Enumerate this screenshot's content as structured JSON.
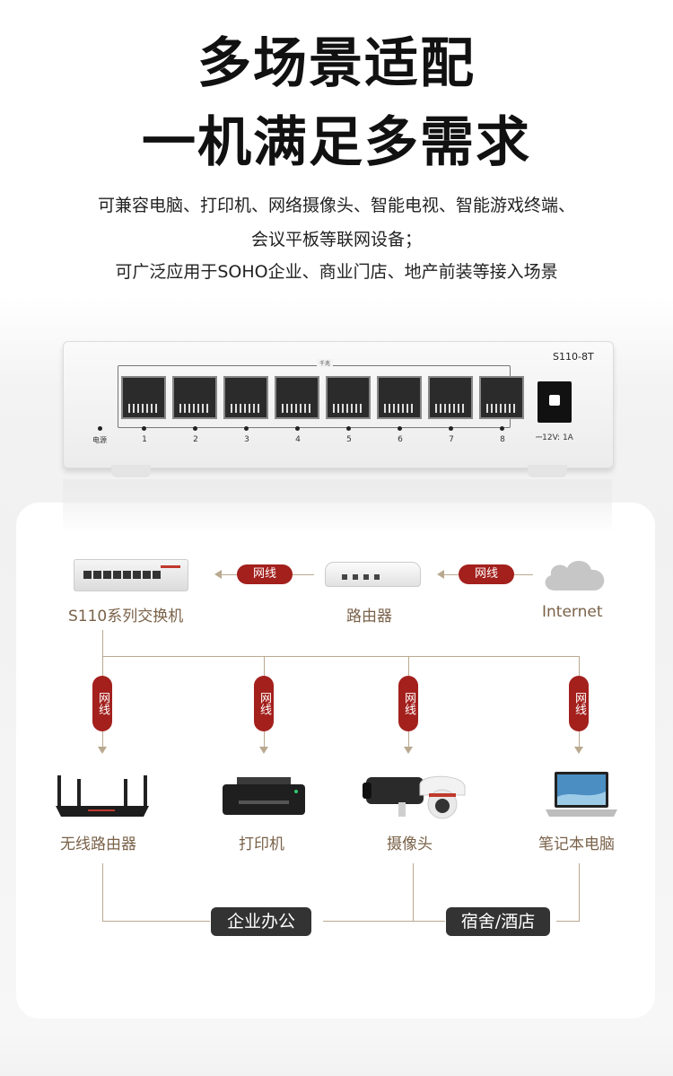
{
  "heading": {
    "line1": "多场景适配",
    "line2": "一机满足多需求"
  },
  "description": {
    "line1": "可兼容电脑、打印机、网络摄像头、智能电视、智能游戏终端、",
    "line2": "会议平板等联网设备；",
    "line3": "可广泛应用于SOHO企业、商业门店、地产前装等接入场景"
  },
  "switch": {
    "model": "S110-8T",
    "gigabit_label": "千兆",
    "power_label": "电源",
    "power_rating": "⎓12V: 1A",
    "ports": [
      "1",
      "2",
      "3",
      "4",
      "5",
      "6",
      "7",
      "8"
    ]
  },
  "topology": {
    "switch_label": "S110系列交换机",
    "router_label": "路由器",
    "internet_label": "Internet",
    "cable_label": "网线",
    "devices": [
      {
        "label": "无线路由器",
        "icon": "wifi-router-icon"
      },
      {
        "label": "打印机",
        "icon": "printer-icon"
      },
      {
        "label": "摄像头",
        "icon": "camera-icon"
      },
      {
        "label": "笔记本电脑",
        "icon": "laptop-icon"
      }
    ],
    "scenario_office": "企业办公",
    "scenario_hotel": "宿舍/酒店"
  },
  "colors": {
    "accent_red": "#a3201d",
    "label_brown": "#7a6249",
    "line": "#b9a990",
    "tag_dark": "#333333"
  }
}
